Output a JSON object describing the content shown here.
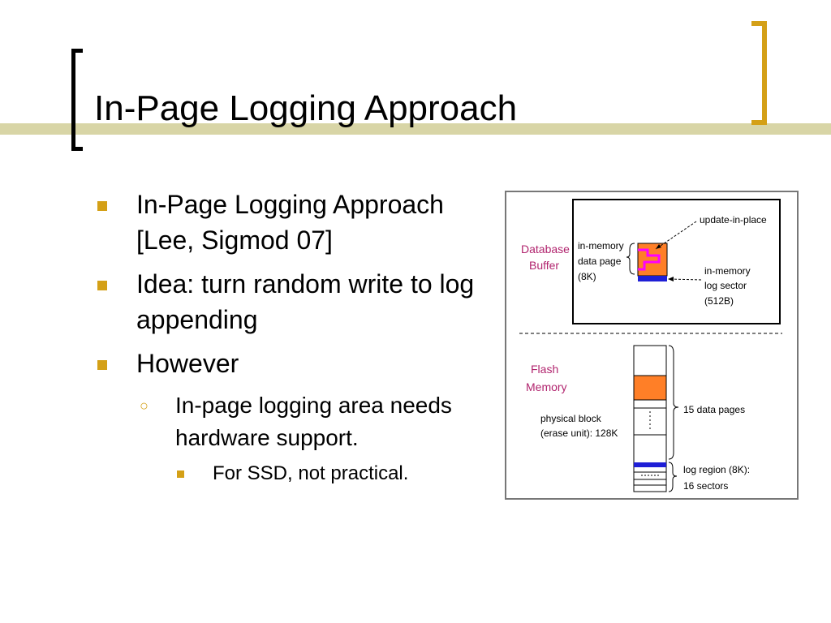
{
  "slide": {
    "title": "In-Page Logging Approach",
    "bullets": [
      {
        "text": "In-Page Logging Approach [Lee, Sigmod 07]"
      },
      {
        "text": "Idea: turn random write to log appending"
      },
      {
        "text": "However"
      }
    ],
    "sub_bullet": "In-page logging area needs hardware support.",
    "sub_sub_bullet": "For SSD, not practical."
  },
  "diagram": {
    "database_buffer_label": [
      "Database",
      "Buffer"
    ],
    "data_page_label": [
      "in-memory",
      "data page",
      "(8K)"
    ],
    "update_label": "update-in-place",
    "log_sector_label": [
      "in-memory",
      "log sector",
      "(512B)"
    ],
    "flash_memory_label": [
      "Flash",
      "Memory"
    ],
    "physical_block_label": [
      "physical block",
      "(erase unit): 128K"
    ],
    "data_pages_label": "15 data pages",
    "log_region_label": [
      "log region (8K):",
      "16 sectors"
    ]
  },
  "colors": {
    "accent": "#d4a017",
    "band": "#d8d5a6",
    "page_orange": "#ff7f27",
    "highlight_magenta": "#ff00ff",
    "log_blue": "#1f1fd6",
    "heading_magenta": "#b1246e"
  }
}
